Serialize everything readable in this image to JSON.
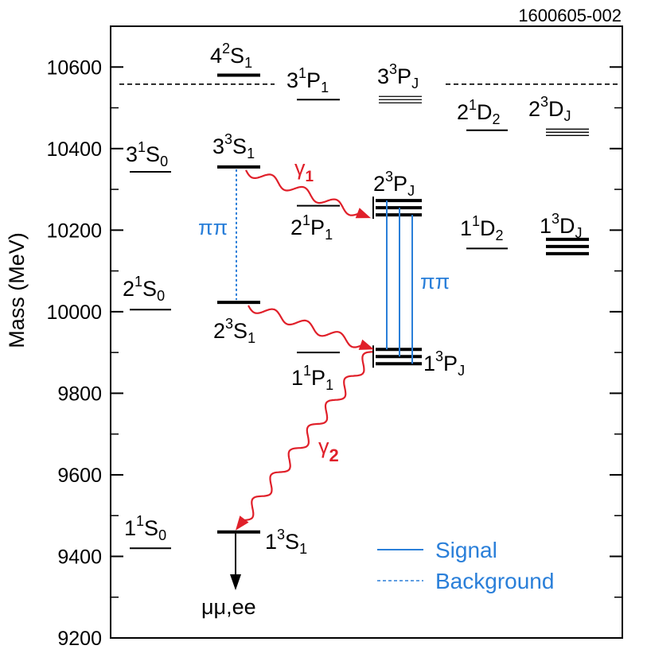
{
  "figure_id": "1600605-002",
  "axis": {
    "ylabel": "Mass (MeV)",
    "ylim": [
      9200,
      10700
    ],
    "ticks": [
      "10600",
      "10400",
      "10200",
      "10000",
      "9800",
      "9600",
      "9400",
      "9200"
    ],
    "tick_values": [
      10600,
      10400,
      10200,
      10000,
      9800,
      9600,
      9400,
      9200
    ],
    "minor_tick_values": [
      10500,
      10300,
      10100,
      9900,
      9700,
      9500,
      9300
    ]
  },
  "threshold": {
    "mass": 10558
  },
  "levels": [
    {
      "id": "4-2S1",
      "mass": 10580,
      "col": "S-triplet",
      "lines": 1,
      "thick": true
    },
    {
      "id": "3-1P1",
      "mass": 10520,
      "col": "P-singlet-upper",
      "lines": 1
    },
    {
      "id": "3-3PJ",
      "mass": 10520,
      "col": "P-triplet-upper",
      "lines": 3
    },
    {
      "id": "2-1D2",
      "mass": 10445,
      "col": "D-singlet-upper",
      "lines": 1
    },
    {
      "id": "2-3DJ",
      "mass": 10440,
      "col": "D-triplet-upper",
      "lines": 3
    },
    {
      "id": "3-1S0",
      "mass": 10343,
      "col": "S-singlet",
      "lines": 1
    },
    {
      "id": "3-3S1",
      "mass": 10355,
      "col": "S-triplet",
      "lines": 1,
      "thick": true
    },
    {
      "id": "2-1P1",
      "mass": 10260,
      "col": "P-singlet",
      "lines": 1
    },
    {
      "id": "2-3PJ",
      "mass": 10255,
      "col": "P-triplet",
      "lines": 3,
      "thick": true
    },
    {
      "id": "1-1D2",
      "mass": 10155,
      "col": "D-singlet",
      "lines": 1
    },
    {
      "id": "1-3DJ",
      "mass": 10160,
      "col": "D-triplet",
      "lines": 3,
      "thick": true
    },
    {
      "id": "2-1S0",
      "mass": 10005,
      "col": "S-singlet",
      "lines": 1
    },
    {
      "id": "2-3S1",
      "mass": 10023,
      "col": "S-triplet",
      "lines": 1,
      "thick": true
    },
    {
      "id": "1-1P1",
      "mass": 9900,
      "col": "P-singlet",
      "lines": 1
    },
    {
      "id": "1-3PJ",
      "mass": 9890,
      "col": "P-triplet",
      "lines": 3,
      "thick": true
    },
    {
      "id": "1-1S0",
      "mass": 9420,
      "col": "S-singlet",
      "lines": 1
    },
    {
      "id": "1-3S1",
      "mass": 9460,
      "col": "S-triplet",
      "lines": 1,
      "thick": true
    }
  ],
  "labels": {
    "s_4_2S1": {
      "n": "4",
      "mult": "2",
      "L": "S",
      "J": "1"
    },
    "p_3_1P1": {
      "n": "3",
      "mult": "1",
      "L": "P",
      "J": "1"
    },
    "p_3_3PJ": {
      "n": "3",
      "mult": "3",
      "L": "P",
      "J": "J"
    },
    "d_2_1D2": {
      "n": "2",
      "mult": "1",
      "L": "D",
      "J": "2"
    },
    "d_2_3DJ": {
      "n": "2",
      "mult": "3",
      "L": "D",
      "J": "J"
    },
    "s_3_1S0": {
      "n": "3",
      "mult": "1",
      "L": "S",
      "J": "0"
    },
    "s_3_3S1": {
      "n": "3",
      "mult": "3",
      "L": "S",
      "J": "1"
    },
    "p_2_3PJ": {
      "n": "2",
      "mult": "3",
      "L": "P",
      "J": "J"
    },
    "p_2_1P1": {
      "n": "2",
      "mult": "1",
      "L": "P",
      "J": "1"
    },
    "d_1_1D2": {
      "n": "1",
      "mult": "1",
      "L": "D",
      "J": "2"
    },
    "d_1_3DJ": {
      "n": "1",
      "mult": "3",
      "L": "D",
      "J": "J"
    },
    "s_2_1S0": {
      "n": "2",
      "mult": "1",
      "L": "S",
      "J": "0"
    },
    "s_2_3S1": {
      "n": "2",
      "mult": "3",
      "L": "S",
      "J": "1"
    },
    "p_1_1P1": {
      "n": "1",
      "mult": "1",
      "L": "P",
      "J": "1"
    },
    "p_1_3PJ": {
      "n": "1",
      "mult": "3",
      "L": "P",
      "J": "J"
    },
    "s_1_1S0": {
      "n": "1",
      "mult": "1",
      "L": "S",
      "J": "0"
    },
    "s_1_3S1": {
      "n": "1",
      "mult": "3",
      "L": "S",
      "J": "1"
    }
  },
  "transitions": {
    "pipi_left": "ππ",
    "pipi_right": "ππ",
    "gamma1": {
      "sym": "γ",
      "sub": "1"
    },
    "gamma2": {
      "sym": "γ",
      "sub": "2"
    },
    "decay": "μμ,ee"
  },
  "legend": {
    "signal": "Signal",
    "background": "Background"
  },
  "colors": {
    "signal": "#2a7fd9",
    "photon": "#e0202a",
    "level": "#000000"
  }
}
